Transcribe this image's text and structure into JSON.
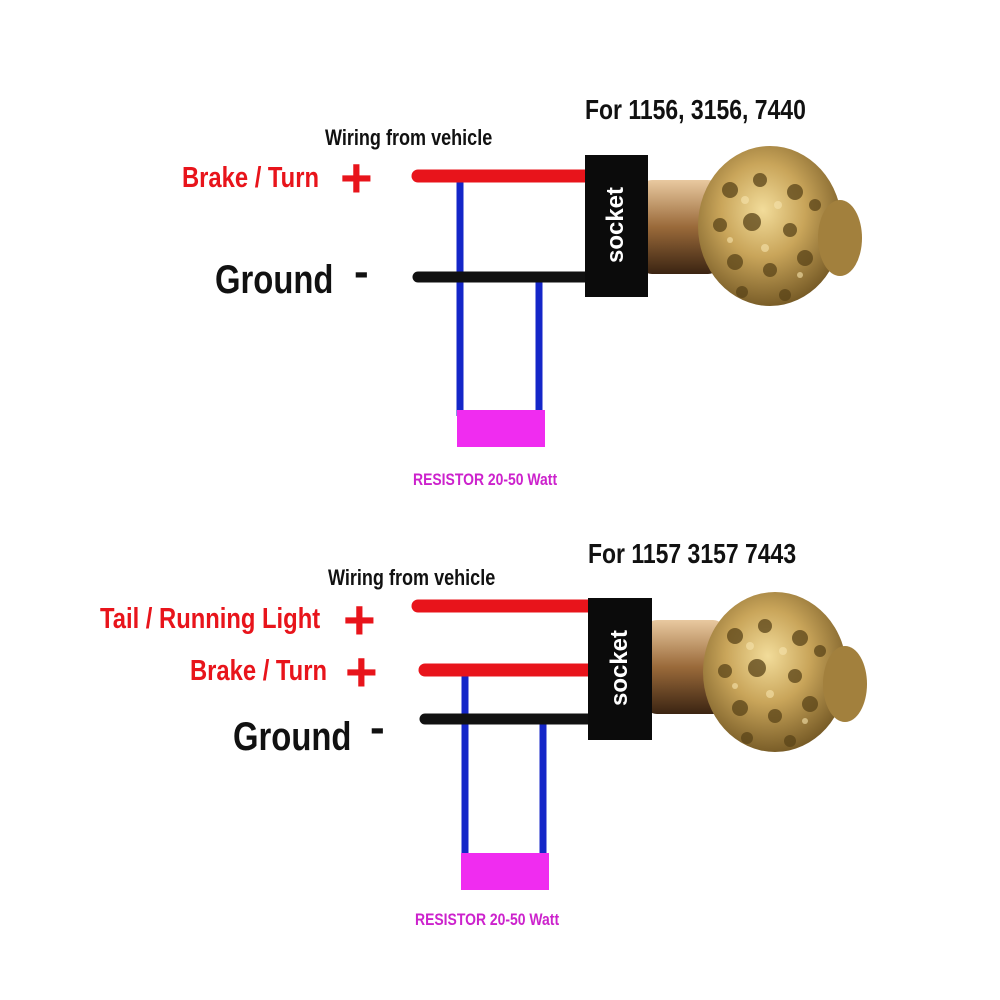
{
  "colors": {
    "red": "#e8141b",
    "black": "#111111",
    "blue": "#1426c8",
    "magenta": "#f02cf0",
    "resistor_text": "#cc22cc"
  },
  "icons": {
    "plus": "plus-icon",
    "minus": "minus-icon",
    "bulb": "led-bulb-icon"
  },
  "diagram_top": {
    "title": "For 1156, 3156, 7440",
    "wiring_label": "Wiring from vehicle",
    "brake_turn_label": "Brake / Turn",
    "ground_label": "Ground",
    "plus_symbol": "+",
    "minus_symbol": "-",
    "socket_label": "socket",
    "resistor_label": "RESISTOR 20-50 Watt"
  },
  "diagram_bottom": {
    "title": "For 1157 3157 7443",
    "wiring_label": "Wiring from vehicle",
    "tail_running_label": "Tail / Running Light",
    "brake_turn_label": "Brake / Turn",
    "ground_label": "Ground",
    "plus_symbol": "+",
    "minus_symbol": "-",
    "socket_label": "socket",
    "resistor_label": "RESISTOR 20-50 Watt"
  }
}
